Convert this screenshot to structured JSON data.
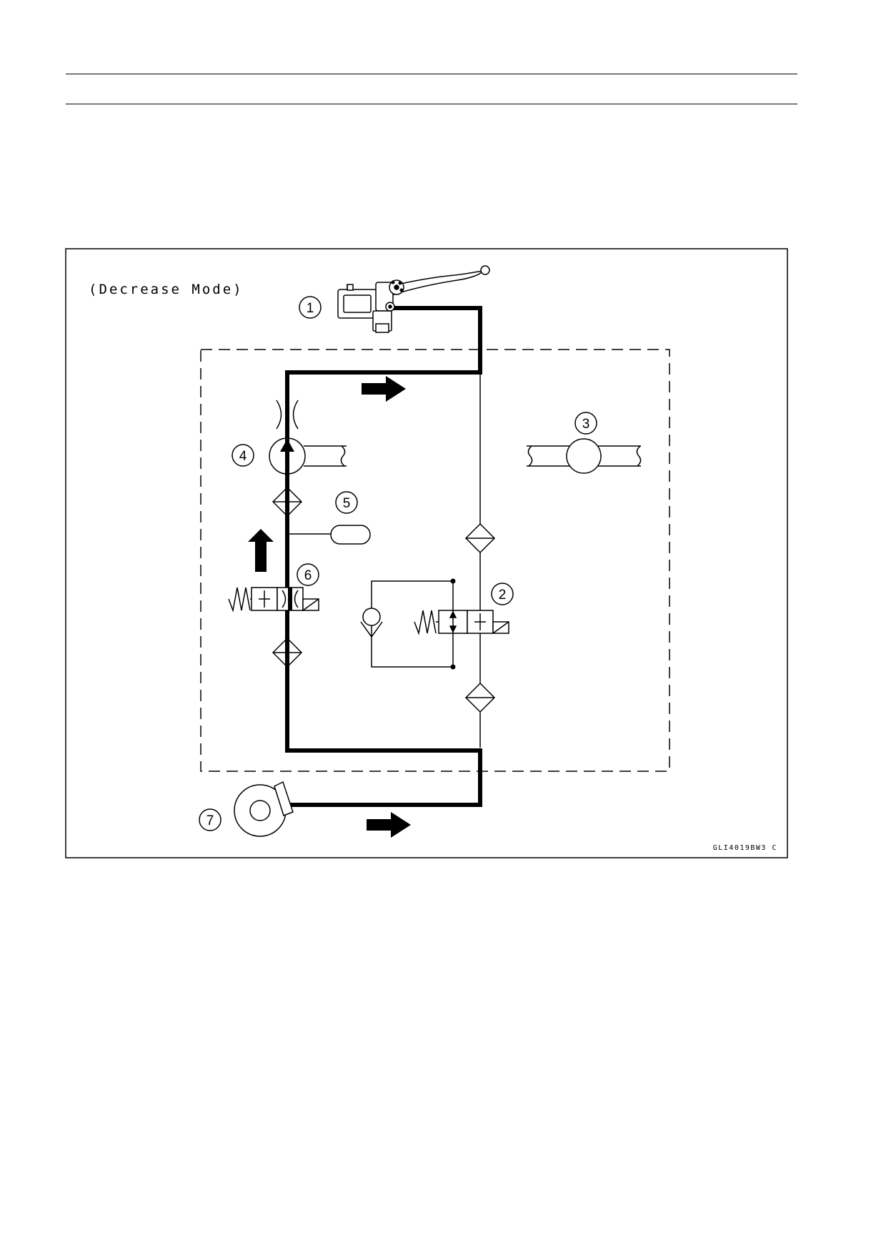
{
  "diagram": {
    "mode_label": "(Decrease Mode)",
    "figure_code": "GLI4019BW3 C",
    "components": [
      {
        "number": "1",
        "icon": "master-cylinder-lever"
      },
      {
        "number": "2",
        "icon": "solenoid-valve"
      },
      {
        "number": "3",
        "icon": "motor"
      },
      {
        "number": "4",
        "icon": "pump"
      },
      {
        "number": "5",
        "icon": "reservoir"
      },
      {
        "number": "6",
        "icon": "solenoid-valve"
      },
      {
        "number": "7",
        "icon": "brake-disc-caliper"
      }
    ]
  }
}
